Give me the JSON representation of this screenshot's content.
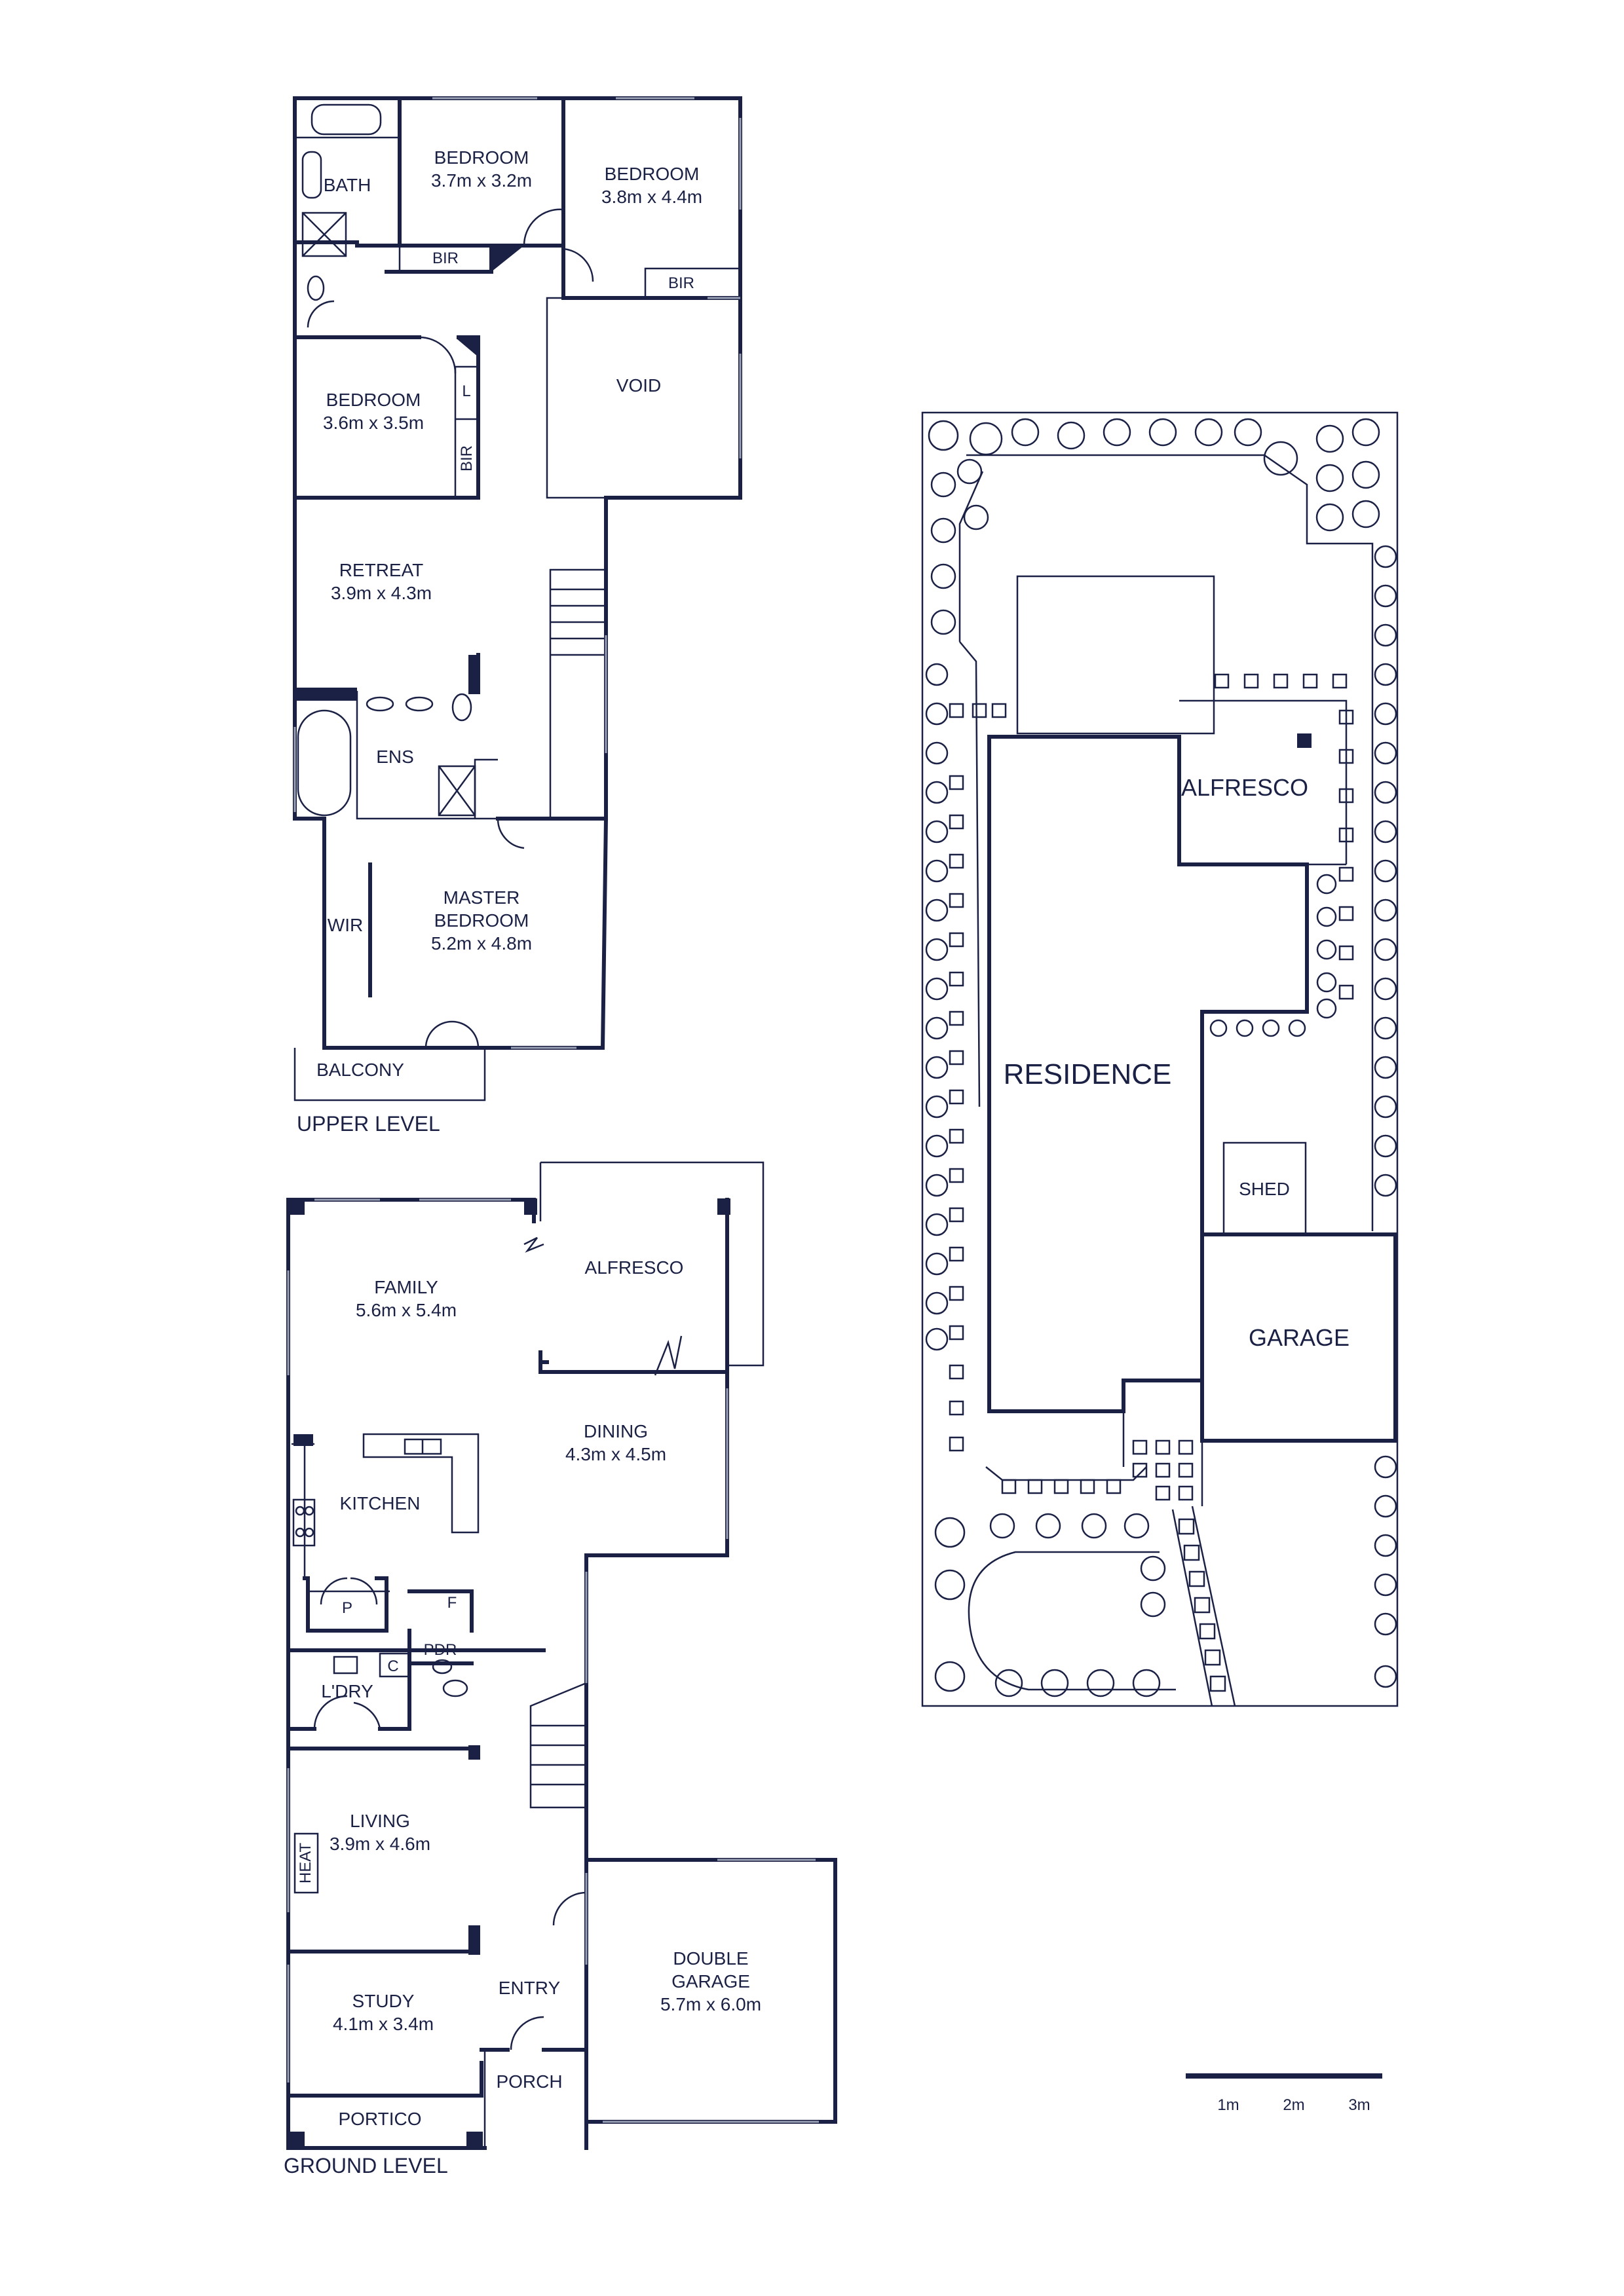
{
  "colors": {
    "line": "#1b2145",
    "background": "#ffffff",
    "window": "#9aa0b4"
  },
  "upper": {
    "level": "UPPER LEVEL",
    "bath": "BATH",
    "bed1_name": "BEDROOM",
    "bed1_size": "3.7m x 3.2m",
    "bed2_name": "BEDROOM",
    "bed2_size": "3.8m x 4.4m",
    "bir1": "BIR",
    "bir2": "BIR",
    "bir3": "BIR",
    "bed3_name": "BEDROOM",
    "bed3_size": "3.6m x 3.5m",
    "linen": "L",
    "void": "VOID",
    "retreat_name": "RETREAT",
    "retreat_size": "3.9m x 4.3m",
    "ens": "ENS",
    "wir": "WIR",
    "master_line1": "MASTER",
    "master_line2": "BEDROOM",
    "master_size": "5.2m x 4.8m",
    "balcony": "BALCONY"
  },
  "ground": {
    "level": "GROUND LEVEL",
    "family_name": "FAMILY",
    "family_size": "5.6m x 5.4m",
    "alfresco": "ALFRESCO",
    "dining_name": "DINING",
    "dining_size": "4.3m x 4.5m",
    "kitchen": "KITCHEN",
    "pantry": "P",
    "fridge": "F",
    "cupboard": "C",
    "pdr": "PDR",
    "laundry": "L'DRY",
    "living_name": "LIVING",
    "living_size": "3.9m x 4.6m",
    "heat": "HEAT",
    "study_name": "STUDY",
    "study_size": "4.1m x 3.4m",
    "entry": "ENTRY",
    "porch": "PORCH",
    "portico": "PORTICO",
    "garage_line1": "DOUBLE",
    "garage_line2": "GARAGE",
    "garage_size": "5.7m x 6.0m"
  },
  "site": {
    "residence": "RESIDENCE",
    "alfresco": "ALFRESCO",
    "shed": "SHED",
    "garage": "GARAGE"
  },
  "scale": {
    "labels": [
      "1m",
      "2m",
      "3m"
    ]
  }
}
